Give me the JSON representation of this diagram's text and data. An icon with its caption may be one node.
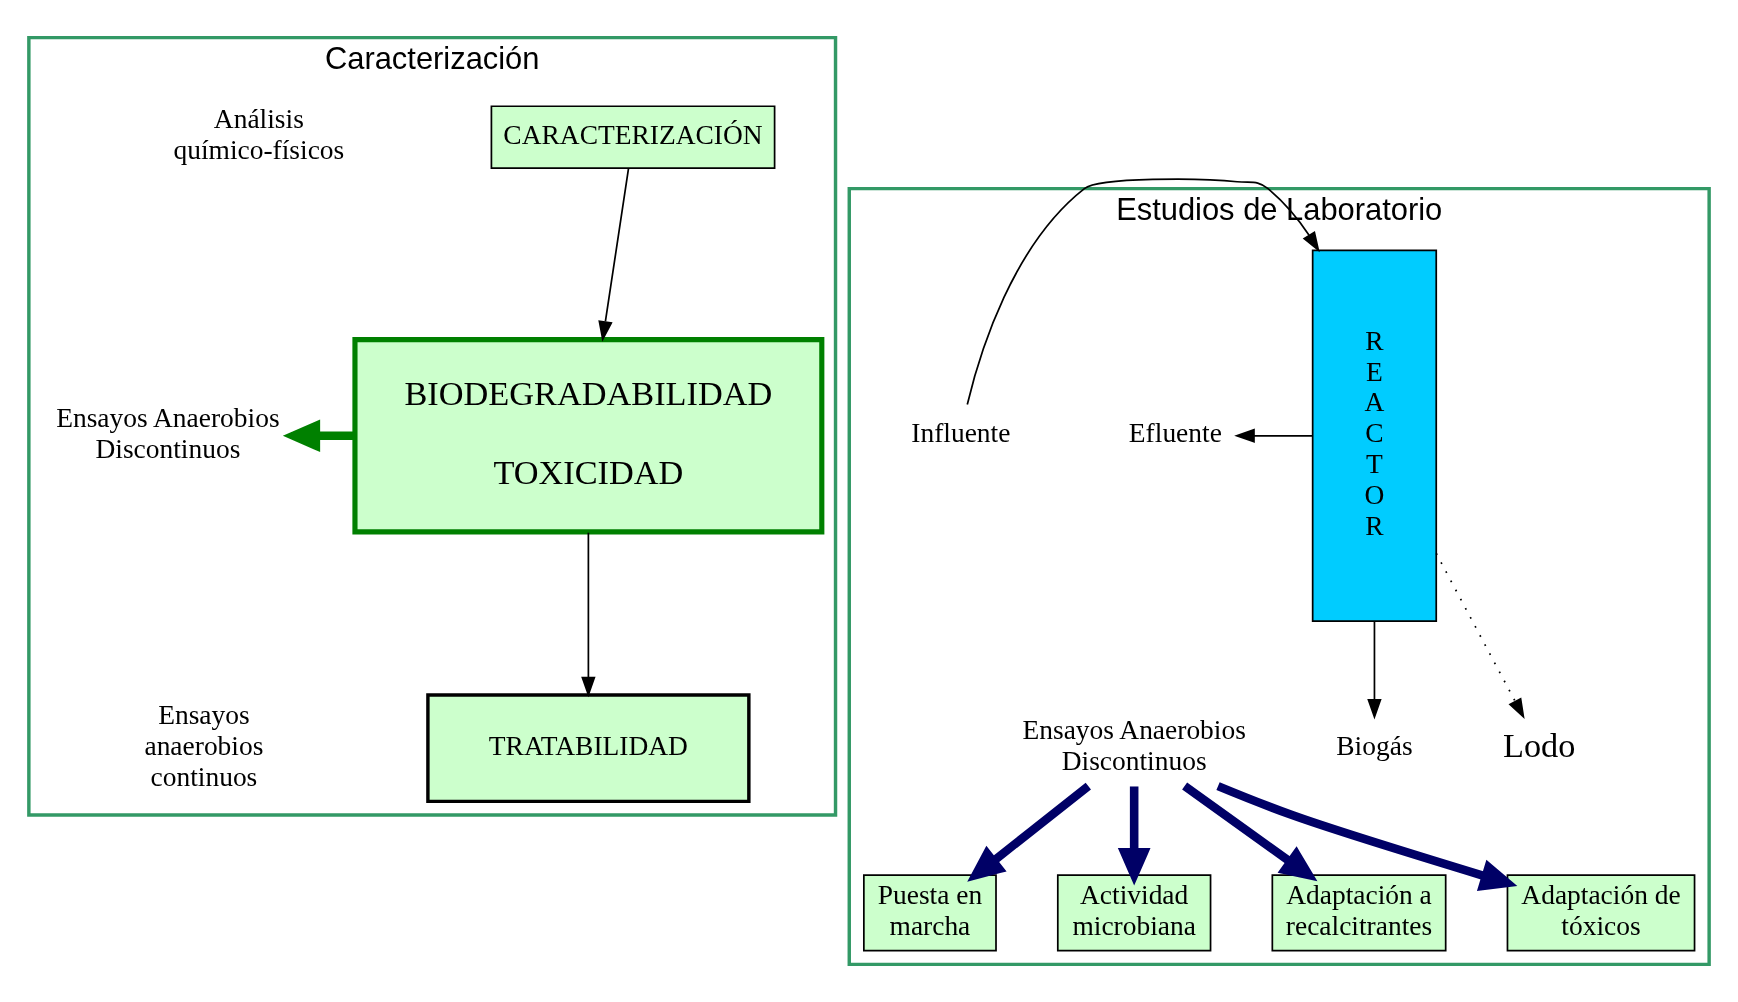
{
  "diagram": {
    "nodes": [
      {
        "text": [
          "Caracterización"
        ]
      },
      {
        "text": [
          "CARACTERIZACIÓN"
        ],
        "in": 0
      },
      {
        "text": [
          "Ensayos Anaerobios Discontinuos"
        ],
        "in": 0
      },
      {
        "text": [
          "BIODEGRADABILIDAD",
          "TOXICIDAD"
        ],
        "in": 0
      },
      {
        "text": [
          "TRATABILIDAD"
        ],
        "in": 0
      },
      {
        "text": [
          "Estudios de Laboratorio"
        ]
      },
      {
        "text": [
          "Biogás"
        ],
        "in": 5
      },
      {
        "text": [
          "R E A C T O R"
        ],
        "in": 5
      },
      {
        "text": [
          "Efluente"
        ],
        "in": 5
      },
      {
        "text": [
          "Influente"
        ],
        "in": 5
      },
      {
        "text": [
          "Lodo"
        ],
        "in": 5
      },
      {
        "text": [
          "Ensayos Anaerobios Discontinuos"
        ],
        "in": 5
      },
      {
        "text": [
          "Puesta en marcha"
        ],
        "in": 5
      },
      {
        "text": [
          "Actividad microbiana"
        ],
        "in": 5
      },
      {
        "text": [
          "Adaptación a recalcitrantes"
        ],
        "in": 5
      },
      {
        "text": [
          "Adaptación de tóxicos"
        ],
        "in": 5
      }
    ],
    "edges": [
      {
        "from": 1,
        "to": 3,
        "arrow": "to"
      },
      {
        "from": 3,
        "to": 4,
        "arrow": "to"
      },
      {
        "from": 3,
        "to": 2,
        "arrow": "to",
        "style": "thick",
        "color": "#008000"
      },
      {
        "from": 7,
        "to": 6,
        "arrow": "to"
      },
      {
        "from": 7,
        "to": 8,
        "arrow": "to"
      },
      {
        "from": 9,
        "to": 7,
        "arrow": "to"
      },
      {
        "from": 7,
        "to": 10,
        "arrow": "to",
        "style": "dashed"
      },
      {
        "from": 11,
        "to": 12,
        "arrow": "to",
        "style": "thick",
        "color": "#000066"
      },
      {
        "from": 11,
        "to": 13,
        "arrow": "to",
        "style": "thick",
        "color": "#000066"
      },
      {
        "from": 11,
        "to": 14,
        "arrow": "to",
        "style": "thick",
        "color": "#000066"
      },
      {
        "from": 11,
        "to": 15,
        "arrow": "to",
        "style": "thick",
        "color": "#000066"
      }
    ],
    "labels": [
      "Análisis químico-físicos",
      "Ensayos anaerobios continuos"
    ]
  }
}
